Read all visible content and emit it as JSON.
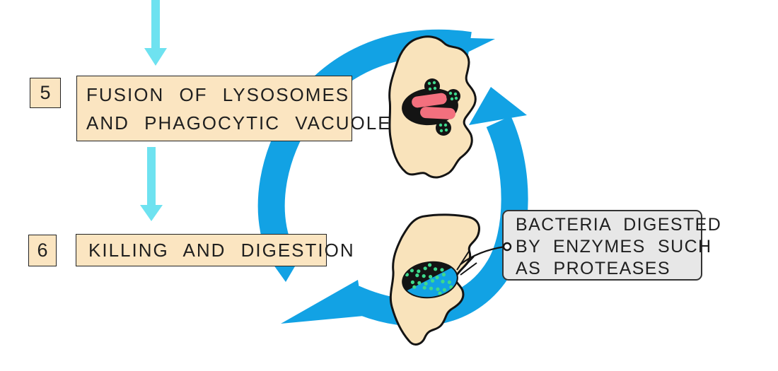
{
  "diagram": {
    "subject": "phagocytosis steps",
    "steps": [
      {
        "number": "5",
        "lines": [
          "FUSION OF LYSOSOMES",
          "AND PHAGOCYTIC VACUOLE"
        ]
      },
      {
        "number": "6",
        "lines": [
          "KILLING AND DIGESTION"
        ]
      }
    ],
    "annotation": {
      "lines": [
        "BACTERIA DIGESTED",
        "BY ENZYMES SUCH",
        "AS PROTEASES"
      ]
    },
    "graphics": {
      "flow_arrow_top": "down-arrow",
      "flow_arrow_middle": "down-arrow",
      "cycle_arrow_left": "counterclockwise-cycle-arrow",
      "cycle_arrow_right": "counterclockwise-cycle-arrow",
      "upper_cell": "phagocyte-cell-lysosomes-fusing-with-vacuole",
      "lower_cell": "phagocyte-cell-bacteria-being-digested",
      "annotation_pointer": "leader-line-with-circle-anchor"
    }
  },
  "colors": {
    "background": "#ffffff",
    "cycle_arrow_blue": "#12a2e4",
    "flow_arrow_cyan": "#6ee2f0",
    "step_box_fill": "#fbe5c1",
    "step_box_border": "#222222",
    "cell_fill": "#f9e3bb",
    "outline_ink": "#141414",
    "bacteria_pink": "#f3707e",
    "enzyme_green": "#3ed98c",
    "tag_fill": "#e7e7e7",
    "tag_border": "#333333",
    "text": "#1f1f1f"
  }
}
